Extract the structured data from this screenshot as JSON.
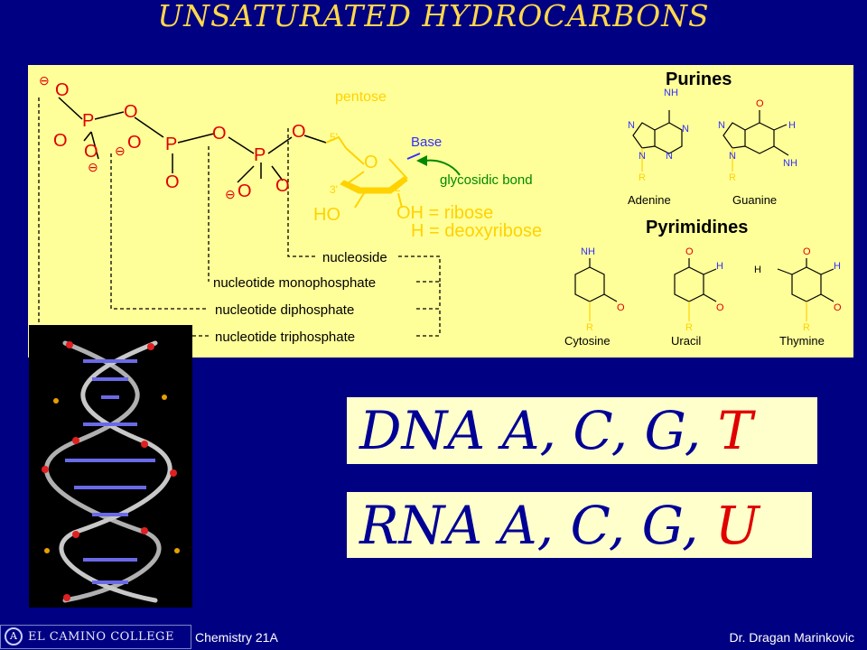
{
  "slide": {
    "title": "UNSATURATED HYDROCARBONS"
  },
  "nucleotide": {
    "pentose_label": "pentose",
    "base_label": "Base",
    "glycosidic_label": "glycosidic bond",
    "prime5": "5'",
    "prime3": "3'",
    "prime2": "2'",
    "ho": "HO",
    "oh_ribose": "OH = ribose",
    "h_deoxy": "H = deoxyribose",
    "ring_o": "O",
    "levels": [
      "nucleoside",
      "nucleotide monophosphate",
      "nucleotide diphosphate",
      "nucleotide triphosphate"
    ],
    "phosphate": {
      "P": "P",
      "O": "O",
      "minus": "⊖"
    }
  },
  "bases": {
    "purines_heading": "Purines",
    "pyrimidines_heading": "Pyrimidines",
    "adenine": "Adenine",
    "guanine": "Guanine",
    "cytosine": "Cytosine",
    "uracil": "Uracil",
    "thymine": "Thymine",
    "nh2": "NH",
    "h3c": "H",
    "N": "N",
    "H": "H",
    "O": "O",
    "R": "R"
  },
  "dna_box": {
    "label": "DNA  A, C, G, ",
    "last": "T"
  },
  "rna_box": {
    "label": "RNA  A, C, G, ",
    "last": "U"
  },
  "footer": {
    "logo_letter": "A",
    "logo_name": "EL CAMINO COLLEGE",
    "course": "Chemistry 21A",
    "author": "Dr. Dragan Marinkovic"
  },
  "colors": {
    "background": "#000082",
    "title": "#ffd84a",
    "panel": "#ffff99",
    "oxygen_red": "#e00000",
    "sugar_yellow": "#ffd200",
    "base_blue": "#3030ff",
    "arrow_green": "#008800"
  }
}
